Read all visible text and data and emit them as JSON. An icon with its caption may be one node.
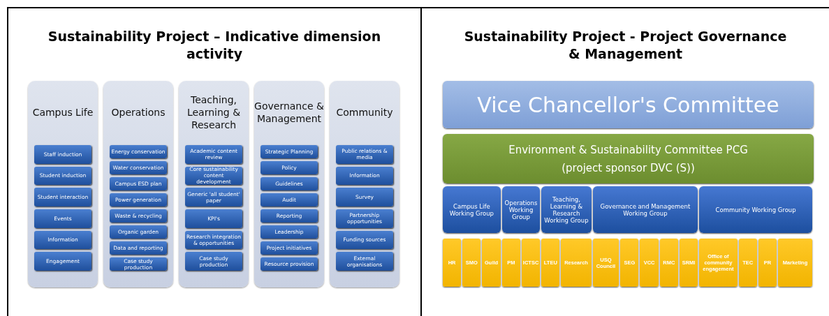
{
  "diagram": {
    "nodes": [
      {
        "text": [
          "Sustainability Project – Indicative dimension activity"
        ]
      },
      {
        "text": [
          "Campus Life"
        ],
        "in": 0
      },
      {
        "text": [
          "Staff induction"
        ],
        "in": 1
      },
      {
        "text": [
          "Student induction"
        ],
        "in": 1
      },
      {
        "text": [
          "Student interaction"
        ],
        "in": 1
      },
      {
        "text": [
          "Events"
        ],
        "in": 1
      },
      {
        "text": [
          "Information"
        ],
        "in": 1
      },
      {
        "text": [
          "Engagement"
        ],
        "in": 1
      },
      {
        "text": [
          "Operations"
        ],
        "in": 0
      },
      {
        "text": [
          "Energy conservation"
        ],
        "in": 8
      },
      {
        "text": [
          "Water conservation"
        ],
        "in": 8
      },
      {
        "text": [
          "Campus ESD plan"
        ],
        "in": 8
      },
      {
        "text": [
          "Power generation"
        ],
        "in": 8
      },
      {
        "text": [
          "Waste & recycling"
        ],
        "in": 8
      },
      {
        "text": [
          "Organic garden"
        ],
        "in": 8
      },
      {
        "text": [
          "Data and reporting"
        ],
        "in": 8
      },
      {
        "text": [
          "Case study production"
        ],
        "in": 8
      },
      {
        "text": [
          "Teaching, Learning & Research"
        ],
        "in": 0
      },
      {
        "text": [
          "Academic content review"
        ],
        "in": 17
      },
      {
        "text": [
          "Core sustainability content development"
        ],
        "in": 17
      },
      {
        "text": [
          "Generic 'all student' paper"
        ],
        "in": 17
      },
      {
        "text": [
          "KPI's"
        ],
        "in": 17
      },
      {
        "text": [
          "Research integration & opportunities"
        ],
        "in": 17
      },
      {
        "text": [
          "Case study production"
        ],
        "in": 17
      },
      {
        "text": [
          "Governance & Management"
        ],
        "in": 0
      },
      {
        "text": [
          "Strategic Planning"
        ],
        "in": 24
      },
      {
        "text": [
          "Policy"
        ],
        "in": 24
      },
      {
        "text": [
          "Guidelines"
        ],
        "in": 24
      },
      {
        "text": [
          "Audit"
        ],
        "in": 24
      },
      {
        "text": [
          "Reporting"
        ],
        "in": 24
      },
      {
        "text": [
          "Leadership"
        ],
        "in": 24
      },
      {
        "text": [
          "Project initiatives"
        ],
        "in": 24
      },
      {
        "text": [
          "Resource provision"
        ],
        "in": 24
      },
      {
        "text": [
          "Community"
        ],
        "in": 0
      },
      {
        "text": [
          "Public relations & media"
        ],
        "in": 33
      },
      {
        "text": [
          "Information"
        ],
        "in": 33
      },
      {
        "text": [
          "Survey"
        ],
        "in": 33
      },
      {
        "text": [
          "Partnership opportunities"
        ],
        "in": 33
      },
      {
        "text": [
          "Funding sources"
        ],
        "in": 33
      },
      {
        "text": [
          "External organisations"
        ],
        "in": 33
      },
      {
        "text": [
          "Sustainability Project - Project Governance & Management"
        ]
      },
      {
        "text": [
          "Vice Chancellor's Committee"
        ],
        "in": 40
      },
      {
        "text": [
          "Environment & Sustainability Committee PCG",
          "(project sponsor DVC (S))"
        ],
        "in": 40
      },
      {
        "text": [
          "Campus Life Working Group"
        ],
        "in": 40
      },
      {
        "text": [
          "Operations Working Group"
        ],
        "in": 40
      },
      {
        "text": [
          "Teaching, Learning & Research Working Group"
        ],
        "in": 40
      },
      {
        "text": [
          "Governance and Management Working Group"
        ],
        "in": 40
      },
      {
        "text": [
          "Community Working Group"
        ],
        "in": 40
      },
      {
        "text": [
          "HR"
        ],
        "in": 40
      },
      {
        "text": [
          "SMO"
        ],
        "in": 40
      },
      {
        "text": [
          "Guild"
        ],
        "in": 40
      },
      {
        "text": [
          "PM"
        ],
        "in": 40
      },
      {
        "text": [
          "ICTSC"
        ],
        "in": 40
      },
      {
        "text": [
          "LTEU"
        ],
        "in": 40
      },
      {
        "text": [
          "Research"
        ],
        "in": 40
      },
      {
        "text": [
          "USQ Council"
        ],
        "in": 40
      },
      {
        "text": [
          "SEG"
        ],
        "in": 40
      },
      {
        "text": [
          "VCC"
        ],
        "in": 40
      },
      {
        "text": [
          "RMC"
        ],
        "in": 40
      },
      {
        "text": [
          "SRMI"
        ],
        "in": 40
      },
      {
        "text": [
          "Office of community engagement"
        ],
        "in": 40
      },
      {
        "text": [
          "TEC"
        ],
        "in": 40
      },
      {
        "text": [
          "PR"
        ],
        "in": 40
      },
      {
        "text": [
          "Marketing"
        ],
        "in": 40
      }
    ],
    "edges": []
  }
}
